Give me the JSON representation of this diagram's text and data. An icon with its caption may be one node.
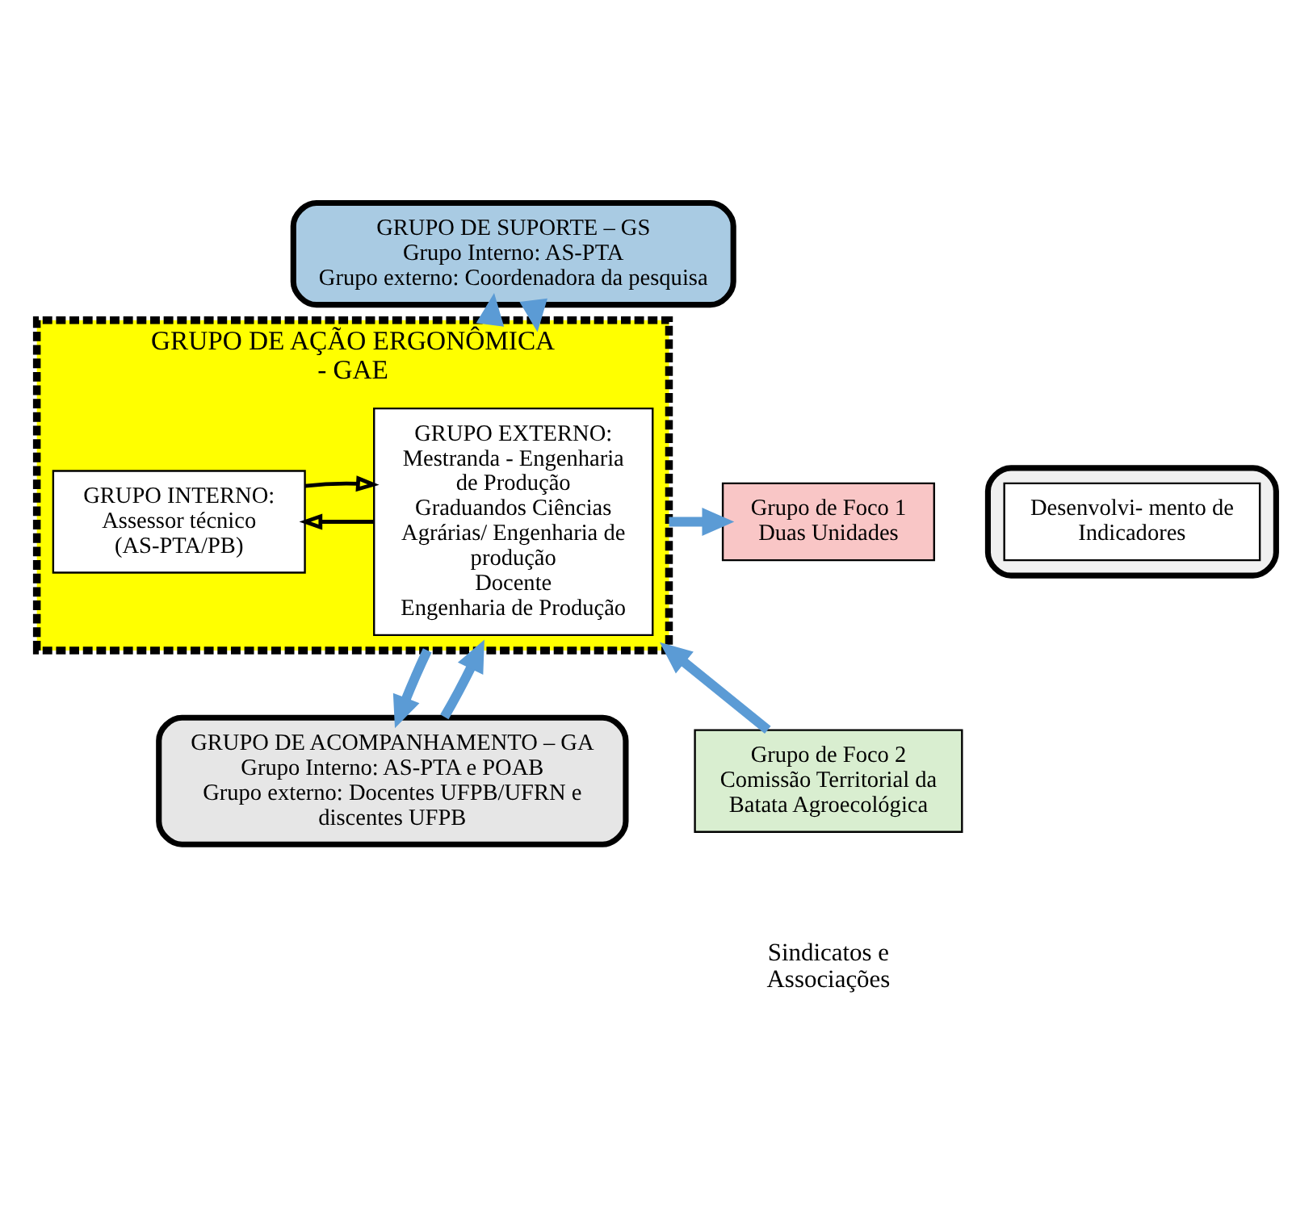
{
  "diagram": {
    "nodes": [
      {
        "text": [
          "GRUPO DE SUPORTE – GS",
          "Grupo Interno: AS-PTA",
          "Grupo externo: Coordenadora da pesquisa"
        ]
      },
      {
        "text": [
          "GRUPO DE AÇÃO ERGONÔMICA - GAE"
        ]
      },
      {
        "text": [
          "GRUPO EXTERNO:",
          "Mestranda - Engenharia de Produção",
          "Graduandos Ciências Agrárias/ Engenharia de produção",
          "Docente",
          "Engenharia de Produção"
        ],
        "in": 1
      },
      {
        "text": [
          "GRUPO INTERNO:",
          "Assessor técnico (AS-PTA/PB)"
        ],
        "in": 1
      },
      {
        "text": [],
        "shape": "box"
      },
      {
        "text": [
          "Desenvolvi- mento de Indicadores"
        ],
        "in": 4
      },
      {
        "text": [
          "Grupo de Foco 1",
          "Duas Unidades"
        ]
      },
      {
        "text": [
          "Grupo de Foco 2",
          "Comissão Territorial da Batata Agroecológica"
        ]
      },
      {
        "text": [
          "GRUPO DE ACOMPANHAMENTO – GA",
          "Grupo Interno: AS-PTA e POAB",
          "Grupo externo: Docentes UFPB/UFRN e discentes UFPB"
        ]
      }
    ],
    "edges": [
      {
        "from": 0,
        "to": 1,
        "arrow": "to"
      },
      {
        "from": 1,
        "to": 0,
        "arrow": "to"
      },
      {
        "from": 2,
        "to": 3,
        "arrow": "to",
        "color": "#000000"
      },
      {
        "from": 3,
        "to": 2,
        "arrow": "to",
        "color": "#000000"
      },
      {
        "from": 1,
        "to": 6,
        "arrow": "to"
      },
      {
        "from": 7,
        "to": 1,
        "arrow": "to"
      },
      {
        "from": 1,
        "to": 8,
        "arrow": "to"
      },
      {
        "from": 8,
        "to": 1,
        "arrow": "to"
      }
    ],
    "labels": [
      "Sindicatos e Associações"
    ]
  }
}
